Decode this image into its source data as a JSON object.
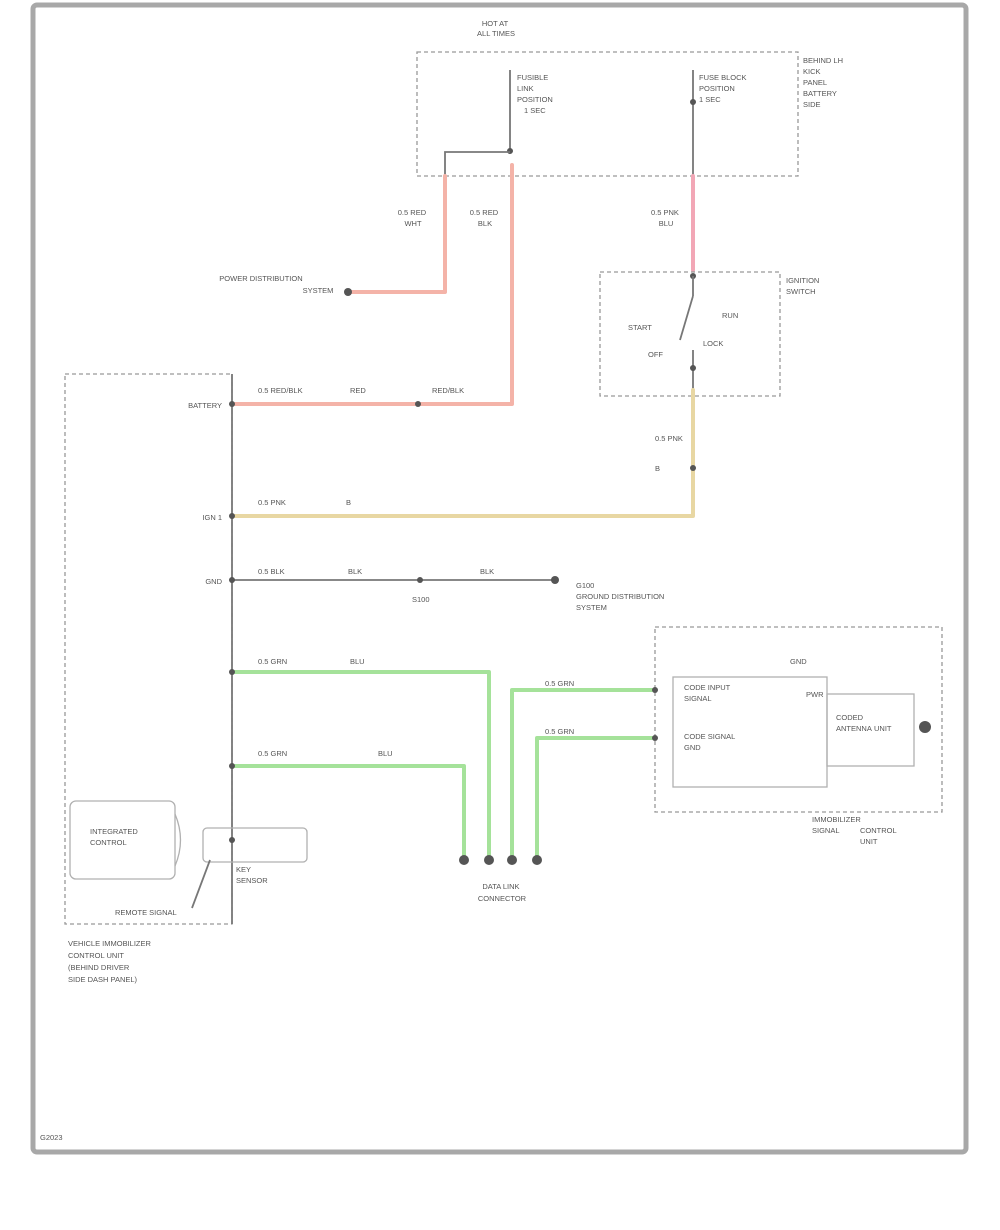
{
  "diagram": {
    "colors": {
      "frame": "#a8a8a8",
      "ground_wire": "#777777",
      "red_wire": "#f4b3a8",
      "pink_wire": "#f2a7b6",
      "tan_wire": "#e8d7a3",
      "green_wire": "#a5e29a"
    },
    "modules": {
      "fuse_block": {
        "header": [
          "HOT AT",
          "ALL TIMES"
        ],
        "left_fuse": [
          "FUSIBLE",
          "LINK",
          "POSITION",
          "1 SEC"
        ],
        "right_fuse": [
          "FUSE BLOCK",
          "POSITION",
          "1 SEC"
        ],
        "side_label": [
          "BEHIND LH",
          "KICK",
          "PANEL",
          "BATTERY",
          "SIDE"
        ]
      },
      "ignition_switch": {
        "side_label": [
          "IGNITION",
          "SWITCH"
        ],
        "positions": [
          "START",
          "RUN",
          "OFF",
          "LOCK"
        ]
      },
      "transponder_unit": {
        "module_text": [
          "CODED",
          "ANTENNA",
          "UNIT"
        ],
        "input_top": [
          "CODE INPUT",
          "SIGNAL"
        ],
        "input_bottom": [
          "CODE SIGNAL",
          "GND"
        ],
        "ground_label": "GND",
        "power_label": "PWR",
        "side_label": [
          "IMMOBILIZER",
          "SIGNAL",
          "CONTROL",
          "UNIT"
        ]
      },
      "left_module": {
        "pin_labels": [
          "BATTERY",
          "IGN 1",
          "GND"
        ],
        "inner_box": [
          "INTEGRATED",
          "CONTROL"
        ],
        "small_part": [
          "KEY",
          "SENSOR"
        ],
        "bottom_part": "REMOTE SIGNAL",
        "caption": [
          "VEHICLE IMMOBILIZER",
          "CONTROL UNIT",
          "(BEHIND DRIVER",
          "SIDE DASH PANEL)"
        ]
      }
    },
    "wire_labels": {
      "w1_a": [
        "0.5 RED",
        "WHT"
      ],
      "w1_b": [
        "0.5 RED",
        "BLK"
      ],
      "w2": [
        "0.5 PNK",
        "BLU"
      ],
      "w3_a": "0.5 RED/BLK",
      "w3_b": "RED",
      "w3_c": "RED/BLK",
      "w4_a": "0.5 PNK",
      "w4_b": "B",
      "w5_a": "0.5 BLK",
      "w5_b": "BLK",
      "w5_c": "BLK",
      "g1": [
        "0.5 GRN",
        "BLU"
      ],
      "g2": [
        "0.5 GRN",
        "BLU"
      ],
      "g3": "0.5 GRN",
      "g4": "0.5 GRN"
    },
    "refs": {
      "power_dist": [
        "POWER DISTRIBUTION",
        "SYSTEM"
      ],
      "ground_dist": [
        "GROUND DISTRIBUTION",
        "SYSTEM"
      ],
      "ground_pt": "G100",
      "splice": "S100",
      "connector": [
        "DATA LINK",
        "CONNECTOR"
      ]
    },
    "footer": "G2023"
  }
}
